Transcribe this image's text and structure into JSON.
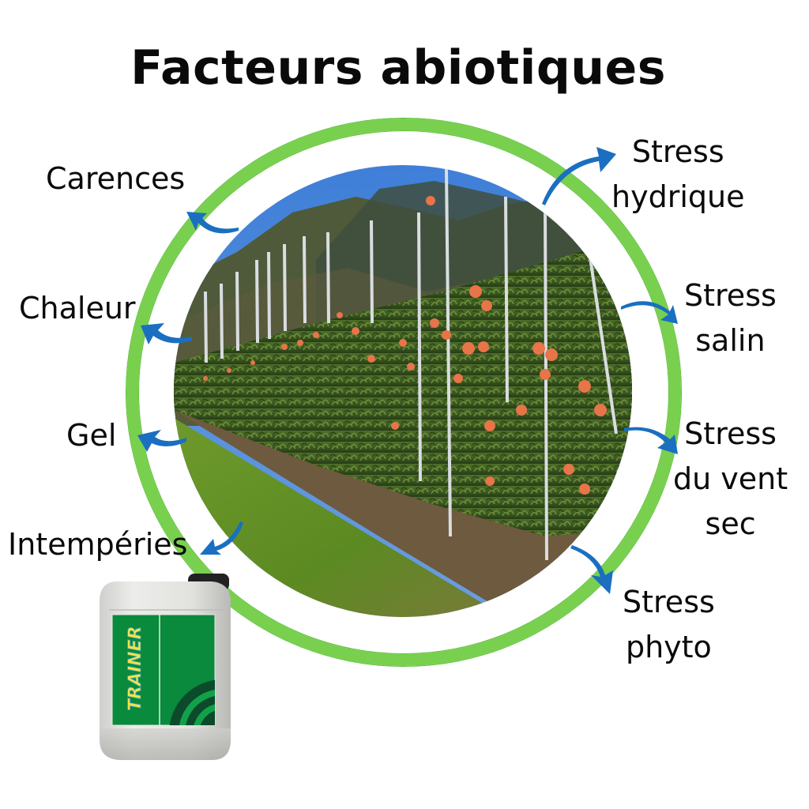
{
  "title": "Facteurs abiotiques",
  "colors": {
    "ring": "#78d04e",
    "arrow": "#1a6fc0",
    "text": "#0a0a0a",
    "label_green": "#0a8a3c",
    "label_dark_green": "#0b4a2a",
    "sky": "#4a86d6"
  },
  "center_image": {
    "description": "Peach orchard rows with trellis poles, mountains and blue sky",
    "shape": "circle"
  },
  "factors_left": [
    {
      "id": "carences",
      "lines": [
        "Carences"
      ]
    },
    {
      "id": "chaleur",
      "lines": [
        "Chaleur"
      ]
    },
    {
      "id": "gel",
      "lines": [
        "Gel"
      ]
    },
    {
      "id": "intemperies",
      "lines": [
        "Intempéries"
      ]
    }
  ],
  "factors_right": [
    {
      "id": "stress-hydrique",
      "lines": [
        "Stress",
        "hydrique"
      ]
    },
    {
      "id": "stress-salin",
      "lines": [
        "Stress",
        "salin"
      ]
    },
    {
      "id": "stress-vent-sec",
      "lines": [
        "Stress",
        "du vent",
        "sec"
      ]
    },
    {
      "id": "stress-phyto",
      "lines": [
        "Stress",
        "phyto"
      ]
    }
  ],
  "product": {
    "brand": "TRAINER",
    "container": "jerrycan"
  }
}
